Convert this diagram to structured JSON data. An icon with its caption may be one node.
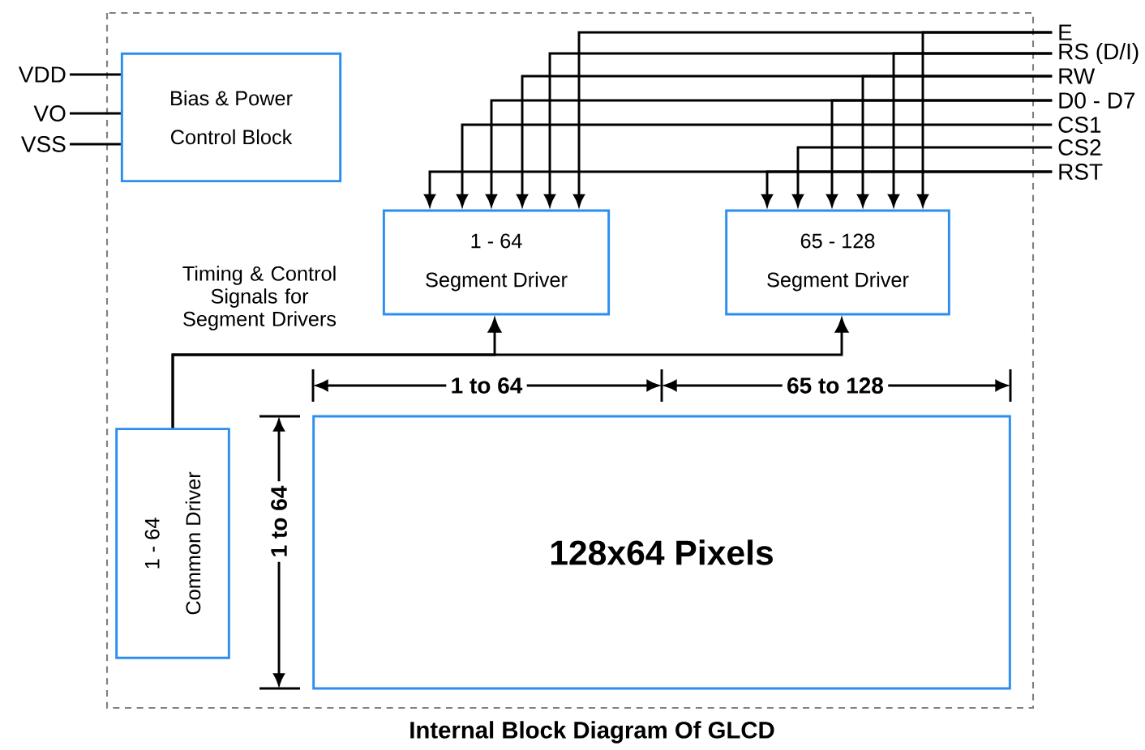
{
  "diagram": {
    "caption": "Internal Block Diagram Of GLCD",
    "nodes": [
      {
        "text": [
          "VDD"
        ]
      },
      {
        "text": [
          "VO"
        ]
      },
      {
        "text": [
          "VSS"
        ]
      },
      {
        "text": [
          "Bias & Power",
          "Control Block"
        ]
      },
      {
        "text": [
          "E"
        ]
      },
      {
        "text": [
          "RS (D/I)"
        ]
      },
      {
        "text": [
          "RW"
        ]
      },
      {
        "text": [
          "D0 - D7"
        ]
      },
      {
        "text": [
          "CS1"
        ]
      },
      {
        "text": [
          "CS2"
        ]
      },
      {
        "text": [
          "RST"
        ]
      },
      {
        "text": [
          "1 - 64",
          "Segment Driver"
        ]
      },
      {
        "text": [
          "65 - 128",
          "Segment Driver"
        ]
      },
      {
        "text": [
          "1 - 64",
          "Common Driver"
        ]
      },
      {
        "text": [
          "128x64 Pixels"
        ]
      }
    ],
    "edges": [
      {
        "from": 0,
        "to": 3,
        "arrow": "none"
      },
      {
        "from": 1,
        "to": 3,
        "arrow": "none"
      },
      {
        "from": 2,
        "to": 3,
        "arrow": "none"
      },
      {
        "from": 4,
        "to": 11,
        "arrow": "to"
      },
      {
        "from": 4,
        "to": 12,
        "arrow": "to"
      },
      {
        "from": 5,
        "to": 11,
        "arrow": "to"
      },
      {
        "from": 5,
        "to": 12,
        "arrow": "to"
      },
      {
        "from": 6,
        "to": 11,
        "arrow": "to"
      },
      {
        "from": 6,
        "to": 12,
        "arrow": "to"
      },
      {
        "from": 7,
        "to": 11,
        "arrow": "to"
      },
      {
        "from": 7,
        "to": 12,
        "arrow": "to"
      },
      {
        "from": 8,
        "to": 11,
        "arrow": "to"
      },
      {
        "from": 9,
        "to": 12,
        "arrow": "to"
      },
      {
        "from": 10,
        "to": 11,
        "arrow": "to"
      },
      {
        "from": 10,
        "to": 12,
        "arrow": "to"
      },
      {
        "from": 13,
        "to": 11,
        "arrow": "to",
        "label": "Timing & Control Signals for Segment Drivers"
      },
      {
        "from": 13,
        "to": 12,
        "arrow": "to"
      }
    ],
    "labels": [
      "1 to 64",
      "65 to 128",
      "1 to 64"
    ]
  }
}
